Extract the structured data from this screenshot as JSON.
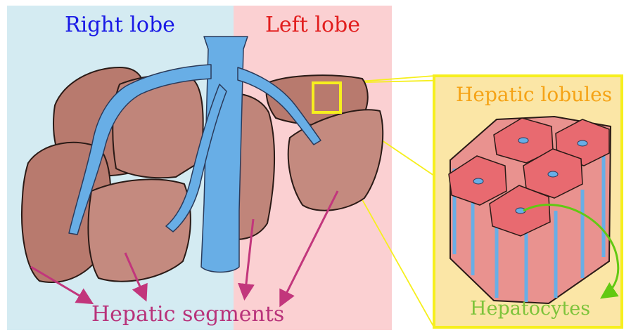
{
  "labels": {
    "right_lobe": "Right lobe",
    "left_lobe": "Left lobe",
    "hepatic_segments": "Hepatic segments",
    "hepatic_lobules": "Hepatic lobules",
    "hepatocytes": "Hepatocytes"
  },
  "colors": {
    "right_lobe_bg": "#d4ebf2",
    "left_lobe_bg": "#fbd0d2",
    "right_lobe_text": "#1a1ae6",
    "left_lobe_text": "#e21e1e",
    "segments_text": "#b8327a",
    "segment_arrow": "#c2367c",
    "lobules_text": "#f5a316",
    "hepatocytes_text": "#7dc33a",
    "hepatocyte_arrow": "#62c912",
    "zoom_box_fill": "#fbe6a6",
    "zoom_box_border": "#f6ef1e",
    "vessel": "#68aee6",
    "liver_tissue": "#b87a6e",
    "lobule_top": "#e86a70"
  }
}
